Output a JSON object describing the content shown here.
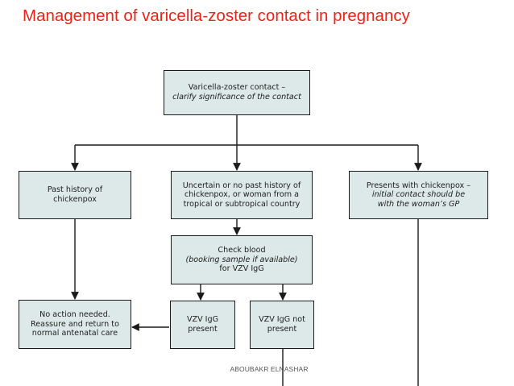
{
  "title": "Management of varicella-zoster contact in pregnancy",
  "footer": "ABOUBAKR ELNASHAR",
  "colors": {
    "title": "#e8241b",
    "box_fill": "#dde9e8",
    "box_border": "#1a1a1a",
    "line": "#1a1a1a"
  },
  "nodes": {
    "contact": [
      "Varicella-zoster contact –",
      "clarify significance of the contact"
    ],
    "past_history": [
      "Past history of",
      "chickenpox"
    ],
    "uncertain": [
      "Uncertain or no past history of",
      "chickenpox, or woman from a",
      "tropical or subtropical country"
    ],
    "presents": [
      "Presents with chickenpox –",
      "initial contact should be",
      "with the woman’s GP"
    ],
    "check_blood": [
      "Check blood",
      "(booking sample if available)",
      "for VZV IgG"
    ],
    "no_action": [
      "No action needed.",
      "Reassure and return to",
      "normal antenatal care"
    ],
    "igg_present": [
      "VZV IgG",
      "present"
    ],
    "igg_not_present": [
      "VZV IgG not",
      "present"
    ]
  }
}
